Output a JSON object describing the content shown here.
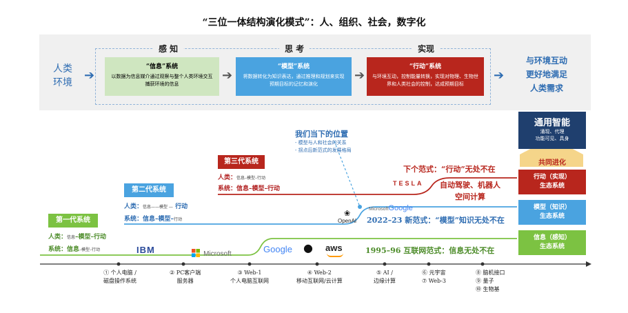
{
  "title": "“三位一体结构演化模式”：人、组织、社会，数字化",
  "top": {
    "human_line1": "人类",
    "human_line2": "环境",
    "phases": [
      "感  知",
      "思  考",
      "实现"
    ],
    "boxes": [
      {
        "title": "“信息”系统",
        "desc": "以数据为信息媒介通过观察与整个人类环境交互捕获环境的信息",
        "color": "#cfe6c0"
      },
      {
        "title": "“模型”系统",
        "desc": "将数据转化为知识表达，通过推理和规划来实现预期目标的记忆和演化",
        "color": "#4aa3e0"
      },
      {
        "title": "“行动”系统",
        "desc": "与环境互动，控制能量转换，实现对物理、生物世界和人类社会的控制，达成预期目标",
        "color": "#b8261d"
      }
    ],
    "goal_lines": [
      "与环境互动",
      "更好地满足",
      "人类需求"
    ]
  },
  "annotation": {
    "title": "我们当下的位置",
    "lines": [
      "- 模型与人和社会的关系",
      "- 拐点后新范式的发展格局"
    ]
  },
  "generations": {
    "gen1": {
      "label": "第一代系统",
      "human": "人类：",
      "human_tiny": "信息",
      "human_text": "–模型–行动",
      "system": "系统：信息",
      "system_tiny": "–模型–行动"
    },
    "gen2": {
      "label": "第二代系统",
      "human": "人类：",
      "human_tiny": "信息——模型 —",
      "human_text": "行动",
      "system": "系统：信息–模型–",
      "system_tiny": "行动"
    },
    "gen3": {
      "label": "第三代系统",
      "human": "人类：",
      "human_tiny": "信息–模型–行动",
      "system": "系统：信息–模型–行动"
    }
  },
  "eras": {
    "internet": "1995–96 互联网范式：信息无处不在",
    "ai": "2022–23 新范式：“模型”知识无处不在",
    "next_line1": "下个范式：“行动”无处不在",
    "next_line2": "自动驾驶、机器人",
    "next_line3": "空间计算"
  },
  "logos": {
    "ibm": "IBM",
    "microsoft": "Microsoft",
    "google": "Google",
    "apple": "",
    "aws": "aws",
    "openai": "OpenAI",
    "ms_google_ms": "Microsoft",
    "ms_google_g": "Google",
    "tesla": "TESLA"
  },
  "agi": {
    "title": "通用智能",
    "line1": "涌现、代理",
    "line2": "功能可见、具身"
  },
  "coevolve": "共同进化",
  "ecosystems": [
    {
      "line1": "行动（实现）",
      "line2": "生态系统",
      "color": "#b8261d"
    },
    {
      "line1": "模型（知识）",
      "line2": "生态系统",
      "color": "#4aa3e0"
    },
    {
      "line1": "信息（感知）",
      "line2": "生态系统",
      "color": "#7cc242"
    }
  ],
  "timeline": [
    {
      "line1": "① 个人电脑 /",
      "line2": "磁盘操作系统",
      "line3": ""
    },
    {
      "line1": "② PC客户端",
      "line2": "服务器",
      "line3": ""
    },
    {
      "line1": "③ Web-1",
      "line2": "个人电脑互联网",
      "line3": ""
    },
    {
      "line1": "④ Web-2",
      "line2": "移动互联网/云计算",
      "line3": ""
    },
    {
      "line1": "⑤ AI /",
      "line2": "边缘计算",
      "line3": ""
    },
    {
      "line1": "⑥ 元宇宙",
      "line2": "⑦ Web-3",
      "line3": ""
    },
    {
      "line1": "⑧ 脑机接口",
      "line2": "⑨ 量子",
      "line3": "⑩ 生物基"
    }
  ]
}
